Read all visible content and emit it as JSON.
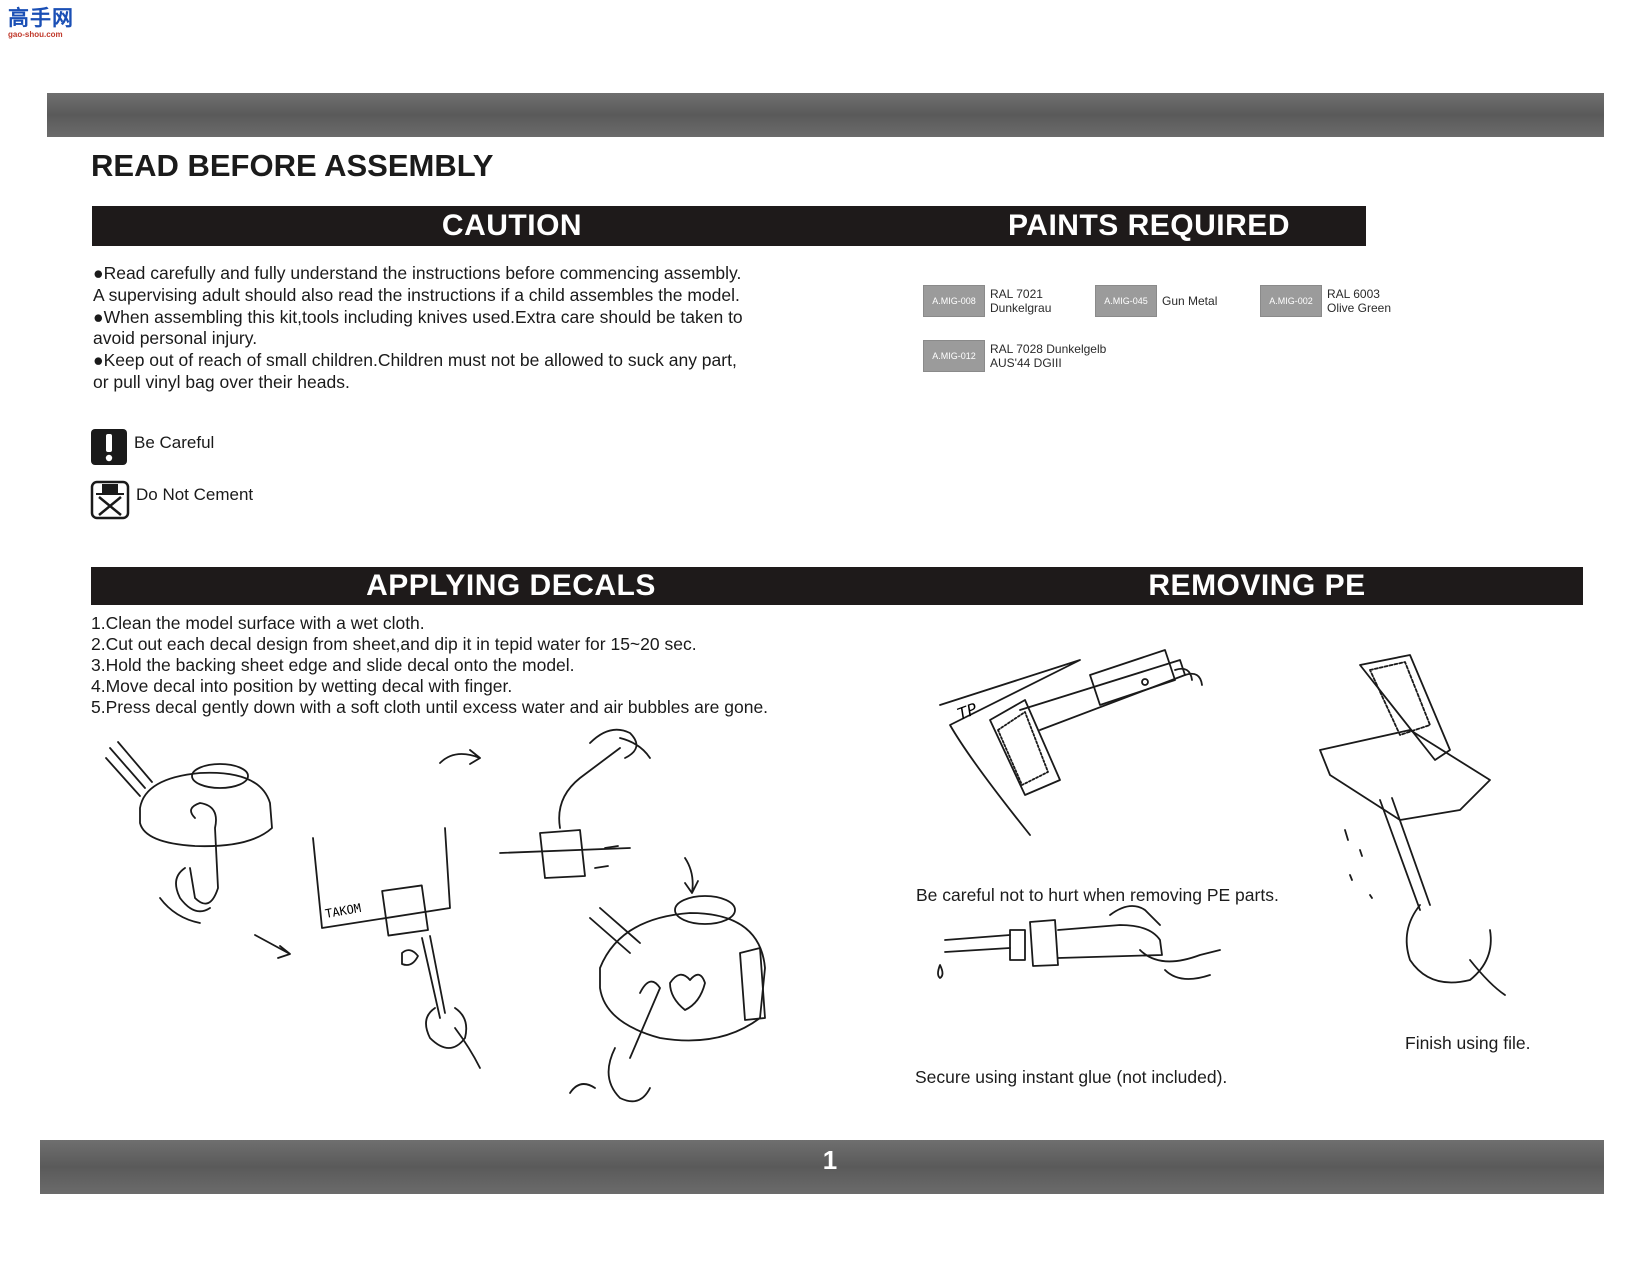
{
  "watermark": {
    "logo_text": "高手网",
    "logo_sub": "gao-shou.com"
  },
  "page": {
    "title": "READ BEFORE ASSEMBLY",
    "number": "1"
  },
  "sections": {
    "caution": "CAUTION",
    "paints": "PAINTS REQUIRED",
    "decals": "APPLYING DECALS",
    "pe": "REMOVING PE"
  },
  "caution": {
    "lines": [
      "●Read carefully and fully understand the instructions before commencing assembly.",
      "A supervising adult should also read the instructions if a child assembles the model.",
      "●When assembling this kit,tools including knives used.Extra care should be taken to",
      "avoid personal injury.",
      "●Keep out of reach of small children.Children must not be allowed to suck any part,",
      "or pull vinyl bag over their heads."
    ]
  },
  "legend": [
    {
      "icon": "exclamation-icon",
      "label": "Be Careful"
    },
    {
      "icon": "do-not-cement-icon",
      "label": "Do Not Cement"
    }
  ],
  "paints": [
    {
      "code": "A.MIG-008",
      "name1": "RAL 7021",
      "name2": "Dunkelgrau"
    },
    {
      "code": "A.MIG-045",
      "name1": "Gun Metal",
      "name2": ""
    },
    {
      "code": "A.MIG-002",
      "name1": "RAL 6003",
      "name2": "Olive Green"
    },
    {
      "code": "A.MIG-012",
      "name1": "RAL 7028 Dunkelgelb",
      "name2": "AUS'44 DGIII"
    }
  ],
  "decals": {
    "steps": [
      "1.Clean the model surface with a wet cloth.",
      "2.Cut out each decal design from sheet,and dip it in tepid water for 15~20 sec.",
      "3.Hold the backing sheet edge and slide decal onto the model.",
      "4.Move decal into position by wetting decal with finger.",
      "5.Press decal gently down with a soft cloth until excess water and air bubbles are gone."
    ],
    "sheet_label": "TAKOM"
  },
  "pe": {
    "fret_label": "TP",
    "caption_careful": "Be careful not to hurt when removing PE parts.",
    "caption_glue": "Secure using instant glue (not included).",
    "caption_file": "Finish using file."
  },
  "colors": {
    "bar": "#1e1a1a",
    "band": "#616161",
    "chip": "#9b9b9b"
  }
}
